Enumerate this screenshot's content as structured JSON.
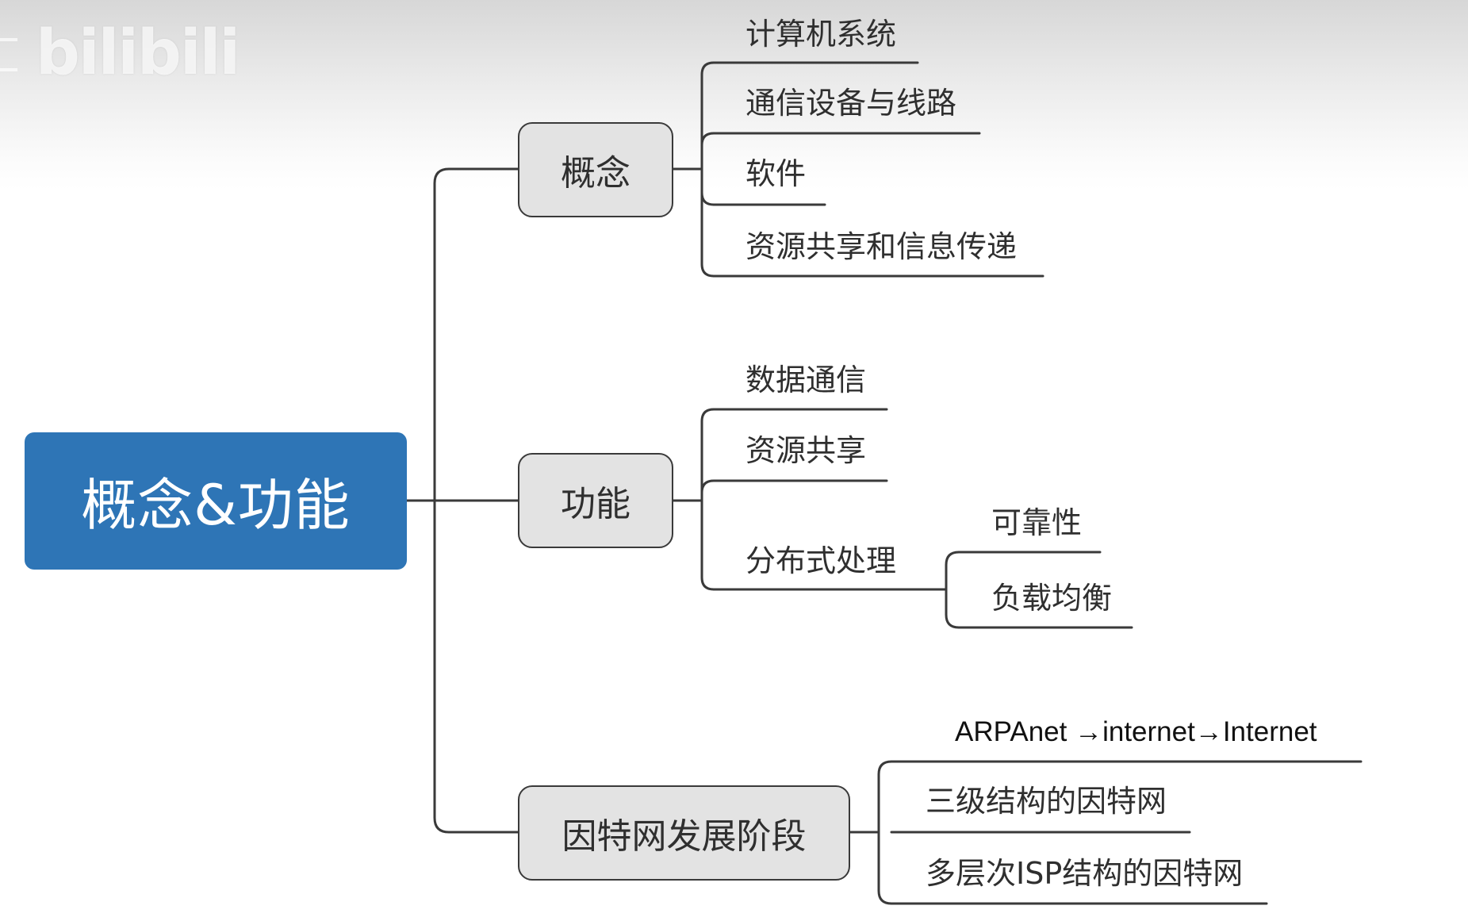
{
  "watermark": "bilibili",
  "root": {
    "label": "概念&功能"
  },
  "branches": [
    {
      "label": "概念",
      "children": [
        "计算机系统",
        "通信设备与线路",
        "软件",
        "资源共享和信息传递"
      ]
    },
    {
      "label": "功能",
      "children": [
        "数据通信",
        "资源共享",
        "分布式处理"
      ],
      "sub_children": [
        "可靠性",
        "负载均衡"
      ]
    },
    {
      "label": "因特网发展阶段",
      "children": [
        "ARPAnet →internet→Internet",
        "三级结构的因特网",
        "多层次ISP结构的因特网"
      ]
    }
  ],
  "colors": {
    "root_fill": "#2e75b6",
    "branch_fill": "#e3e3e3",
    "line": "#3a3a3a"
  }
}
